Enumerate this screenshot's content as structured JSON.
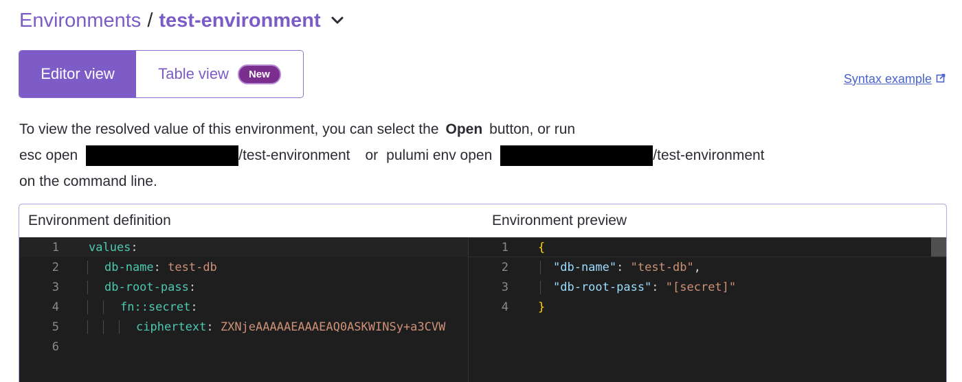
{
  "breadcrumb": {
    "parent": "Environments",
    "separator": "/",
    "current": "test-environment",
    "dropdown_icon": "chevron-down-icon"
  },
  "view_toggle": {
    "editor_label": "Editor view",
    "table_label": "Table view",
    "new_badge": "New"
  },
  "syntax_link": {
    "label": "Syntax example",
    "icon": "external-link-icon"
  },
  "info": {
    "line1_prefix": "To view the resolved value of this environment, you can select the",
    "line1_strong": "Open",
    "line1_suffix": "button, or run",
    "cmd1_prefix": "esc open",
    "cmd1_suffix": "/test-environment",
    "or_text": "or",
    "cmd2_prefix": "pulumi env open",
    "cmd2_suffix": "/test-environment",
    "line3": "on the command line."
  },
  "panel": {
    "left_title": "Environment definition",
    "right_title": "Environment preview"
  },
  "definition": {
    "line_numbers": [
      "1",
      "2",
      "3",
      "4",
      "5",
      "6"
    ],
    "values_key": "values",
    "db_name_key": "db-name",
    "db_name_value": "test-db",
    "db_root_pass_key": "db-root-pass",
    "fn_secret_key": "fn::secret",
    "ciphertext_key": "ciphertext",
    "ciphertext_value": "ZXNjeAAAAAEAAAEAQ0ASKWINSy+a3CVW"
  },
  "preview": {
    "line_numbers": [
      "1",
      "2",
      "3",
      "4"
    ],
    "open_brace": "{",
    "close_brace": "}",
    "db_name_key": "\"db-name\"",
    "db_name_value": "\"test-db\"",
    "db_root_pass_key": "\"db-root-pass\"",
    "db_root_pass_value": "\"[secret]\""
  },
  "colors": {
    "brand_purple": "#7e5cc8",
    "badge_purple": "#7a2f8f",
    "link_blue": "#4a63c9",
    "editor_bg": "#1e1e1e"
  }
}
